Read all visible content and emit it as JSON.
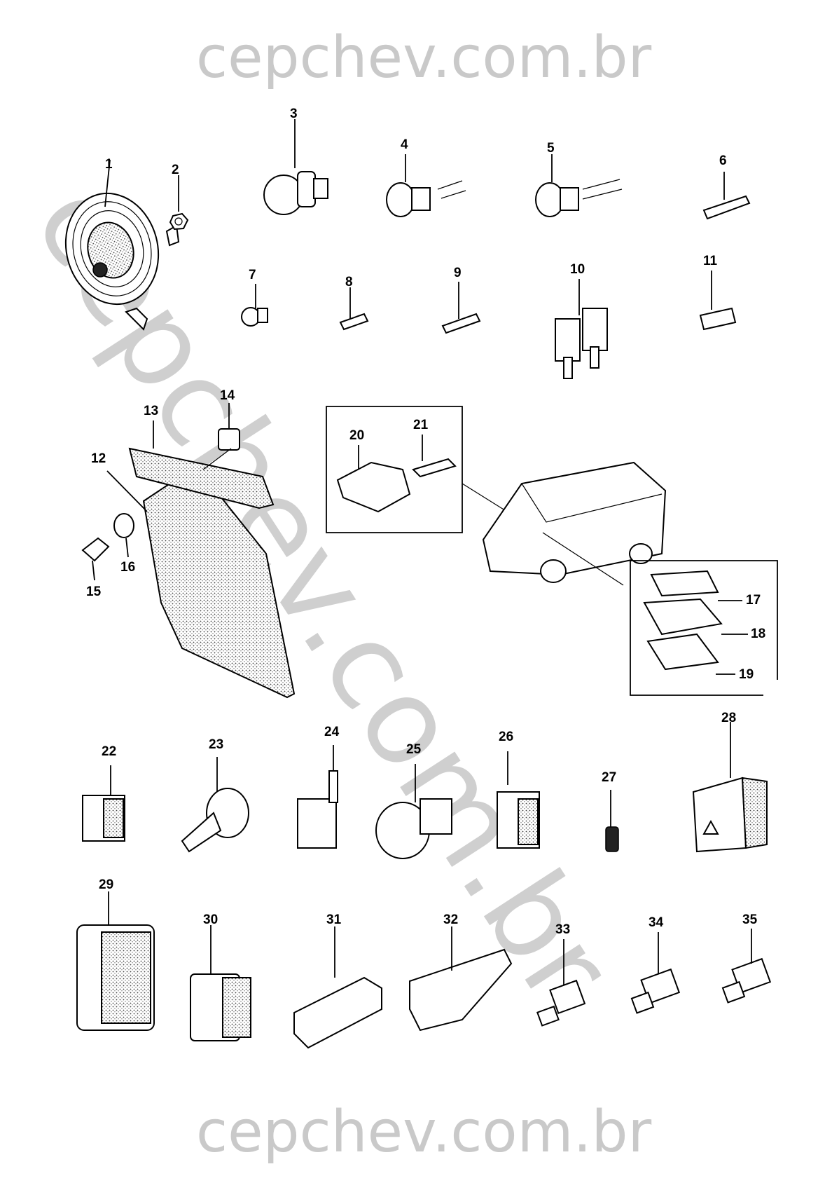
{
  "watermark": {
    "top": "cepchev.com.br",
    "bottom": "cepchev.com.br",
    "diagonal": "cepchev.com.br"
  },
  "callouts": [
    "1",
    "2",
    "3",
    "4",
    "5",
    "6",
    "7",
    "8",
    "9",
    "10",
    "11",
    "12",
    "13",
    "14",
    "15",
    "16",
    "17",
    "18",
    "19",
    "20",
    "21",
    "22",
    "23",
    "24",
    "25",
    "26",
    "27",
    "28",
    "29",
    "30",
    "31",
    "32",
    "33",
    "34",
    "35"
  ]
}
